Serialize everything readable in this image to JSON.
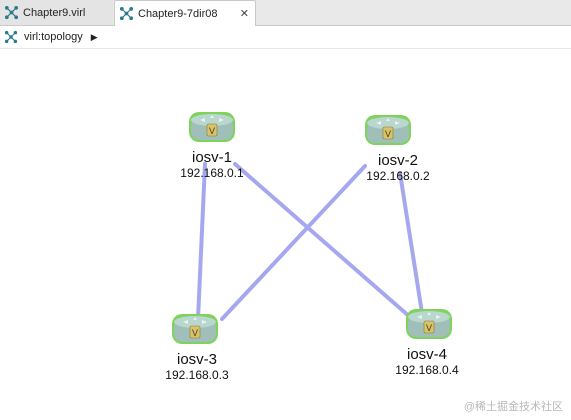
{
  "tabs": [
    {
      "label": "Chapter9.virl",
      "close": ""
    },
    {
      "label": "Chapter9-7dir08",
      "close": "✕"
    }
  ],
  "breadcrumb": {
    "label": "virl:topology",
    "arrow": "▶"
  },
  "nodes": [
    {
      "name": "iosv-1",
      "ip": "192.168.0.1",
      "router_label": "V"
    },
    {
      "name": "iosv-2",
      "ip": "192.168.0.2",
      "router_label": "V"
    },
    {
      "name": "iosv-3",
      "ip": "192.168.0.3",
      "router_label": "V"
    },
    {
      "name": "iosv-4",
      "ip": "192.168.0.4",
      "router_label": "V"
    }
  ],
  "links": [
    {
      "from": "iosv-1",
      "to": "iosv-3"
    },
    {
      "from": "iosv-1",
      "to": "iosv-4"
    },
    {
      "from": "iosv-2",
      "to": "iosv-3"
    },
    {
      "from": "iosv-2",
      "to": "iosv-4"
    }
  ],
  "colors": {
    "link": "#a6a8ef",
    "router_body": "#9fbfb8",
    "router_top": "#b9d6cf",
    "router_border": "#7fd35a",
    "tab_icon": "#2a7a8a"
  },
  "watermark": "@稀土掘金技术社区"
}
